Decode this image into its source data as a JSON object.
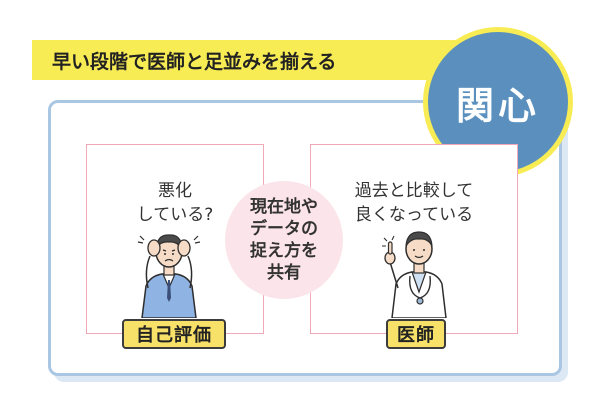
{
  "banner": {
    "text": "早い段階で医師と足並みを揃える"
  },
  "interest_badge": {
    "text": "関心"
  },
  "left_panel": {
    "lines": [
      "悪化",
      "している?"
    ],
    "tag": "自己評価"
  },
  "right_panel": {
    "lines": [
      "過去と比較して",
      "良くなっている"
    ],
    "tag": "医師"
  },
  "center_circle": {
    "lines": [
      "現在地や",
      "データの",
      "捉え方を",
      "共有"
    ]
  },
  "colors": {
    "banner_yellow": "#f8ec55",
    "badge_blue": "#5b90be",
    "frame_blue": "#a9c6e3",
    "panel_pink": "#f1a9b9",
    "center_pink": "#fbe4ea",
    "tag_yellow": "#f8e169"
  }
}
